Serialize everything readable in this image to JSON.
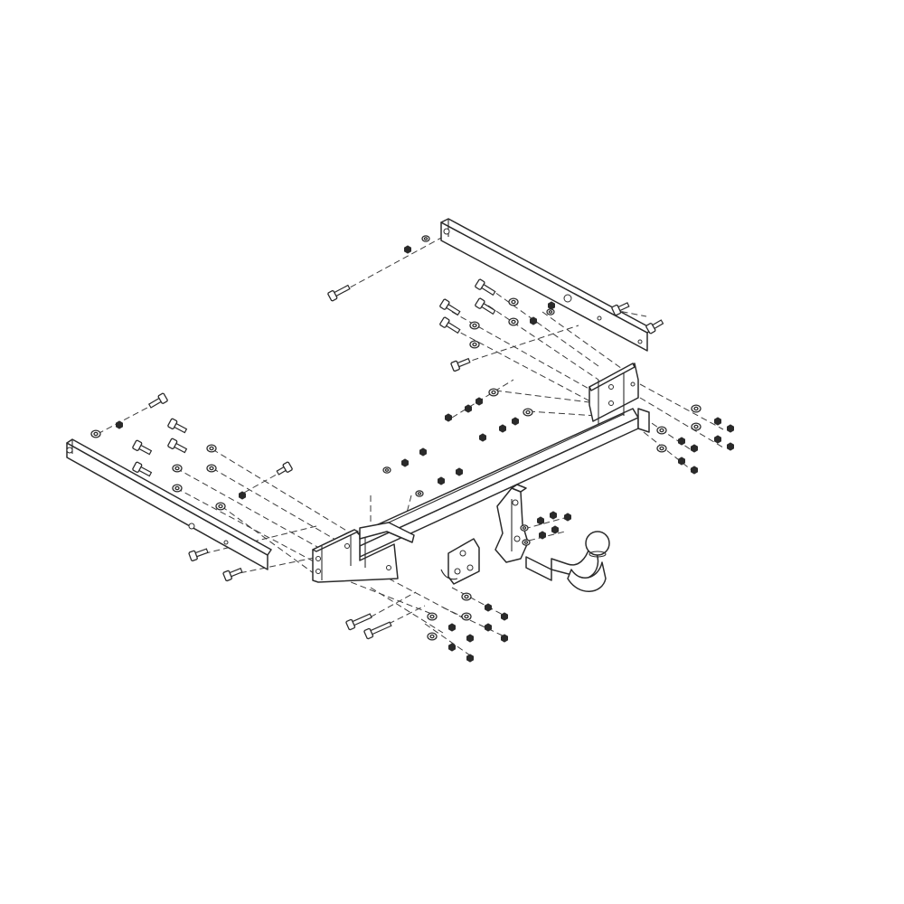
{
  "diagram": {
    "kind": "exploded assembly drawing",
    "line_color": "#2a2a2a",
    "background": "#ffffff",
    "components": [
      "right-side-rail",
      "left-side-rail",
      "main-crossbar",
      "right-mounting-plate",
      "left-mounting-plate",
      "center-bracket",
      "socket-plate",
      "tow-ball-neck",
      "tow-ball"
    ]
  }
}
